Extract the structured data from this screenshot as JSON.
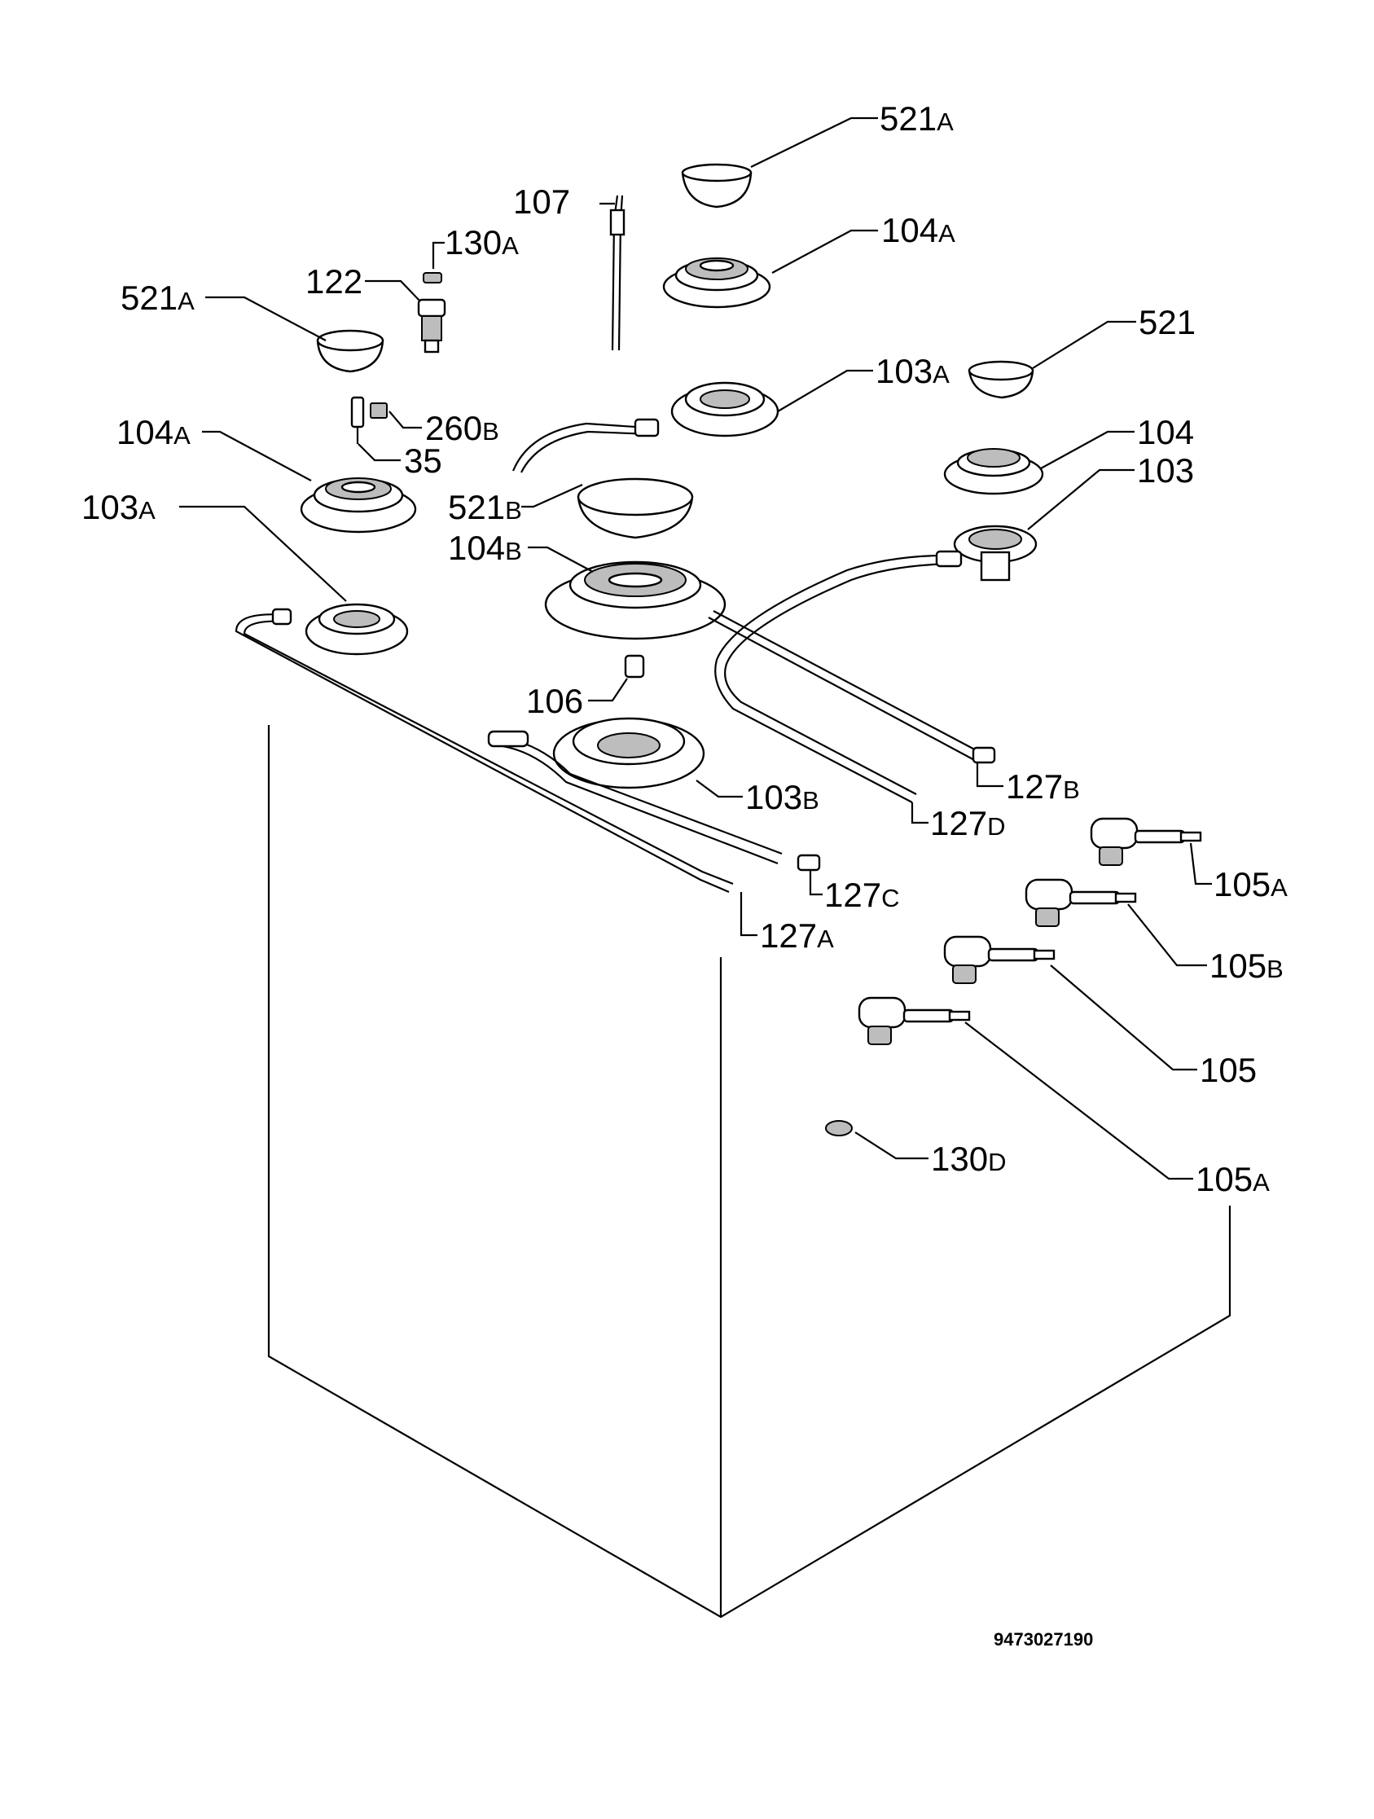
{
  "diagram": {
    "document_number": "9473027190",
    "callouts": [
      {
        "id": "c-521a-top",
        "num": "521",
        "suffix": "A"
      },
      {
        "id": "c-107",
        "num": "107",
        "suffix": ""
      },
      {
        "id": "c-104a-top",
        "num": "104",
        "suffix": "A"
      },
      {
        "id": "c-130a",
        "num": "130",
        "suffix": "A"
      },
      {
        "id": "c-122",
        "num": "122",
        "suffix": ""
      },
      {
        "id": "c-521a-left",
        "num": "521",
        "suffix": "A"
      },
      {
        "id": "c-521",
        "num": "521",
        "suffix": ""
      },
      {
        "id": "c-103a-mid",
        "num": "103",
        "suffix": "A"
      },
      {
        "id": "c-260b",
        "num": "260",
        "suffix": "B"
      },
      {
        "id": "c-104a-left",
        "num": "104",
        "suffix": "A"
      },
      {
        "id": "c-104",
        "num": "104",
        "suffix": ""
      },
      {
        "id": "c-35",
        "num": "35",
        "suffix": ""
      },
      {
        "id": "c-103",
        "num": "103",
        "suffix": ""
      },
      {
        "id": "c-103a-left",
        "num": "103",
        "suffix": "A"
      },
      {
        "id": "c-521b",
        "num": "521",
        "suffix": "B"
      },
      {
        "id": "c-104b",
        "num": "104",
        "suffix": "B"
      },
      {
        "id": "c-106",
        "num": "106",
        "suffix": ""
      },
      {
        "id": "c-127b",
        "num": "127",
        "suffix": "B"
      },
      {
        "id": "c-103b",
        "num": "103",
        "suffix": "B"
      },
      {
        "id": "c-127d",
        "num": "127",
        "suffix": "D"
      },
      {
        "id": "c-105a-right",
        "num": "105",
        "suffix": "A"
      },
      {
        "id": "c-127c",
        "num": "127",
        "suffix": "C"
      },
      {
        "id": "c-127a",
        "num": "127",
        "suffix": "A"
      },
      {
        "id": "c-105b",
        "num": "105",
        "suffix": "B"
      },
      {
        "id": "c-105",
        "num": "105",
        "suffix": ""
      },
      {
        "id": "c-130d",
        "num": "130",
        "suffix": "D"
      },
      {
        "id": "c-105a-bottom",
        "num": "105",
        "suffix": "A"
      }
    ]
  }
}
